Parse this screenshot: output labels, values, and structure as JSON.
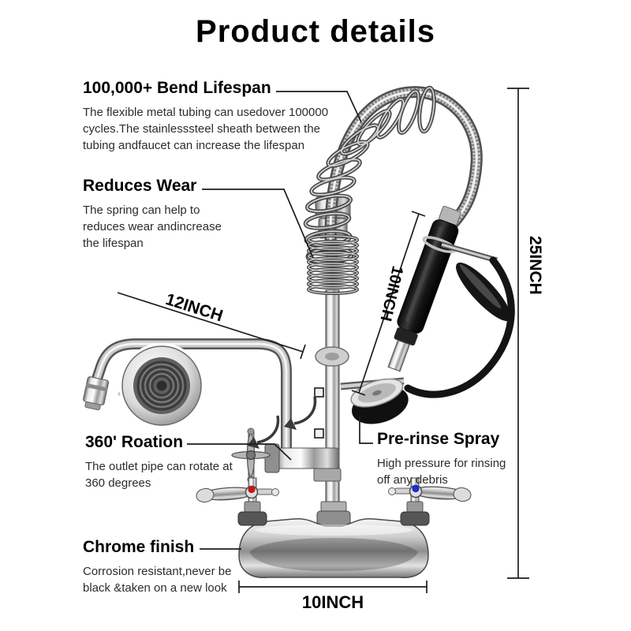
{
  "title": "Product details",
  "annotations": {
    "bend_lifespan": {
      "heading": "100,000+ Bend Lifespan",
      "lines": [
        "The flexible metal tubing can usedover 100000",
        "cycles.The stainlesssteel sheath between the",
        "tubing andfaucet can increase the lifespan"
      ]
    },
    "reduces_wear": {
      "heading": "Reduces Wear",
      "lines": [
        "The spring can help to",
        "reduces wear andincrease",
        "the lifespan"
      ]
    },
    "rotation": {
      "heading": "360' Roation",
      "lines": [
        "The outlet pipe can rotate at",
        "360 degrees"
      ]
    },
    "pre_rinse": {
      "heading": "Pre-rinse Spray",
      "lines": [
        "High pressure for rinsing",
        "off any debris"
      ]
    },
    "chrome_finish": {
      "heading": "Chrome finish",
      "lines": [
        "Corrosion resistant,never be",
        "black &taken on a new look"
      ]
    }
  },
  "dimensions": {
    "spout_length": "12INCH",
    "sprayer_length": "10INCH",
    "total_height": "25INCH",
    "base_width": "10INCH"
  },
  "colors": {
    "hot_handle_cap": "#c41818",
    "cold_handle_cap": "#1a2fd0",
    "line": "#1c1c1c"
  }
}
